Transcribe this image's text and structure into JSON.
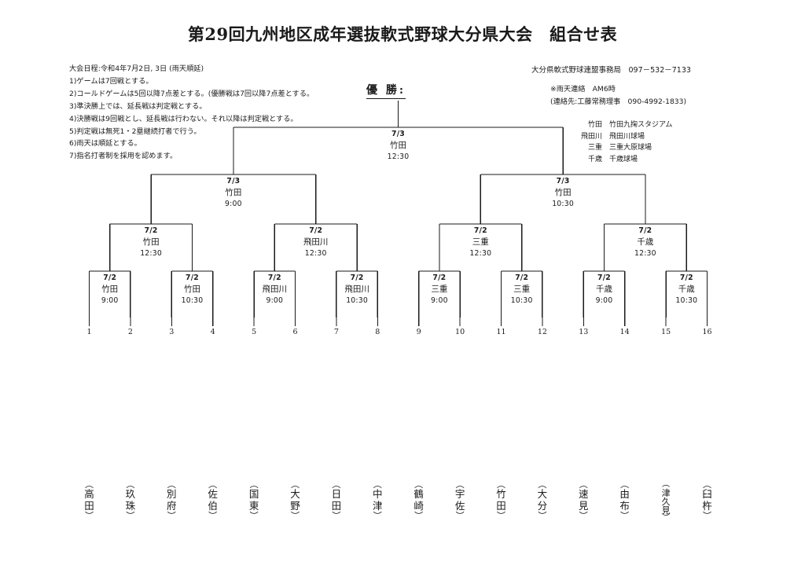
{
  "document": {
    "title": "第29回九州地区成年選抜軟式野球大分県大会　組合せ表"
  },
  "rules": {
    "schedule": "大会日程:令和4年7月2日, 3日 (雨天順延)",
    "items": [
      "1)ゲームは7回戦とする。",
      "2)コールドゲームは5回以降7点差とする。(優勝戦は7回以降7点差とする。",
      "3)準決勝上では、延長戦は判定戦とする。",
      "4)決勝戦は9回戦とし、延長戦は行わない。それ以降は判定戦とする。",
      "5)判定戦は無死1・2塁継続打者で行う。",
      "6)雨天は順延とする。",
      "7)指名打者制を採用を認めます。"
    ]
  },
  "office": {
    "line": "大分県軟式野球連盟事務局　097－532－7133",
    "rain_contact_title": "※雨天連絡　AM6時",
    "rain_contact_detail": "(連絡先:工藤常務理事　090-4992-1833)"
  },
  "venues": {
    "title": "",
    "rows": [
      {
        "key": "竹田",
        "name": "竹田九掬スタジアム"
      },
      {
        "key": "飛田川",
        "name": "飛田川球場"
      },
      {
        "key": "三重",
        "name": "三重大原球場"
      },
      {
        "key": "千歳",
        "name": "千歳球場"
      }
    ]
  },
  "champion": {
    "label": "優 勝:",
    "winner": ""
  },
  "bracket": {
    "final": {
      "date": "7/3",
      "venue": "竹田",
      "time": "12:30"
    },
    "semifinals": [
      {
        "date": "7/3",
        "venue": "竹田",
        "time": "9:00"
      },
      {
        "date": "7/3",
        "venue": "竹田",
        "time": "10:30"
      }
    ],
    "quarterfinals": [
      {
        "date": "7/2",
        "venue": "竹田",
        "time": "12:30"
      },
      {
        "date": "7/2",
        "venue": "飛田川",
        "time": "12:30"
      },
      {
        "date": "7/2",
        "venue": "三重",
        "time": "12:30"
      },
      {
        "date": "7/2",
        "venue": "千歳",
        "time": "12:30"
      }
    ],
    "first_round": [
      {
        "date": "7/2",
        "venue": "竹田",
        "time": "9:00"
      },
      {
        "date": "7/2",
        "venue": "竹田",
        "time": "10:30"
      },
      {
        "date": "7/2",
        "venue": "飛田川",
        "time": "9:00"
      },
      {
        "date": "7/2",
        "venue": "飛田川",
        "time": "10:30"
      },
      {
        "date": "7/2",
        "venue": "三重",
        "time": "9:00"
      },
      {
        "date": "7/2",
        "venue": "三重",
        "time": "10:30"
      },
      {
        "date": "7/2",
        "venue": "千歳",
        "time": "9:00"
      },
      {
        "date": "7/2",
        "venue": "千歳",
        "time": "10:30"
      }
    ],
    "seed_numbers": [
      "1",
      "2",
      "3",
      "4",
      "5",
      "6",
      "7",
      "8",
      "9",
      "10",
      "11",
      "12",
      "13",
      "14",
      "15",
      "16"
    ],
    "teams": [
      {
        "seed": "1",
        "name": "高田"
      },
      {
        "seed": "2",
        "name": "玖珠"
      },
      {
        "seed": "3",
        "name": "別府"
      },
      {
        "seed": "4",
        "name": "佐伯"
      },
      {
        "seed": "5",
        "name": "国東"
      },
      {
        "seed": "6",
        "name": "大野"
      },
      {
        "seed": "7",
        "name": "日田"
      },
      {
        "seed": "8",
        "name": "中津"
      },
      {
        "seed": "9",
        "name": "鶴崎"
      },
      {
        "seed": "10",
        "name": "宇佐"
      },
      {
        "seed": "11",
        "name": "竹田"
      },
      {
        "seed": "12",
        "name": "大分"
      },
      {
        "seed": "13",
        "name": "速見"
      },
      {
        "seed": "14",
        "name": "由布"
      },
      {
        "seed": "15",
        "name": "津久見"
      },
      {
        "seed": "16",
        "name": "臼杵"
      }
    ]
  },
  "style": {
    "ink": "#1a1a1a",
    "paper": "#ffffff"
  }
}
